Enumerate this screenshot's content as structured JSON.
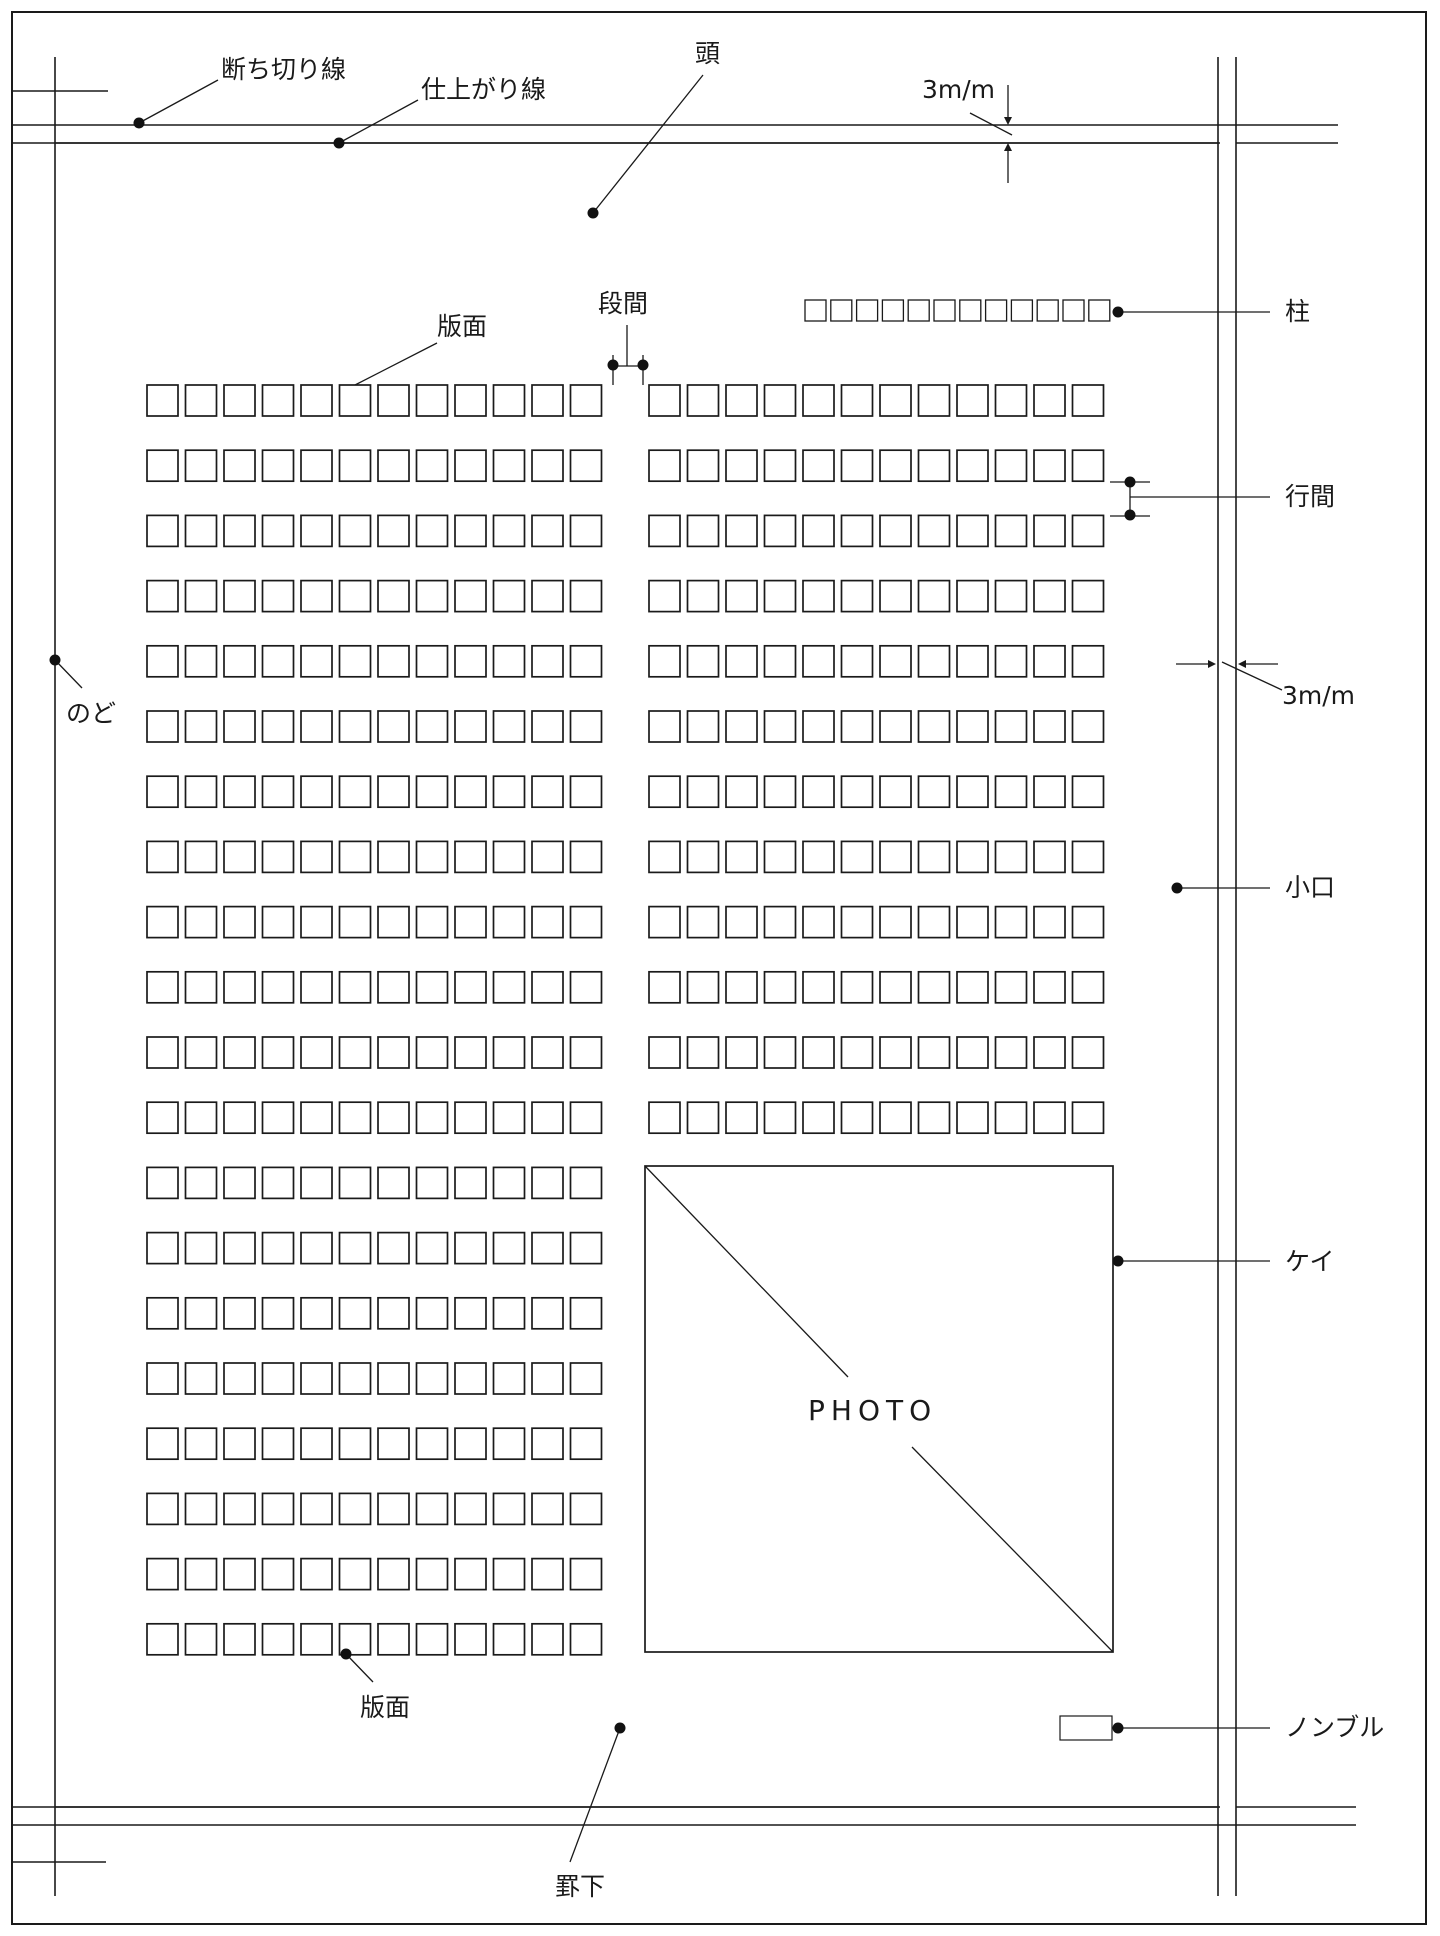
{
  "labels": {
    "cut_line": "断ち切り線",
    "finish_line": "仕上がり線",
    "head": "頭",
    "dimension_top": "3m/m",
    "dimension_right": "3m/m",
    "column_gap": "段間",
    "running_head": "柱",
    "type_area_top": "版面",
    "line_spacing": "行間",
    "gutter": "のど",
    "fore_edge": "小口",
    "rule": "ケイ",
    "photo": "PHOTO",
    "type_area_bottom": "版面",
    "folio": "ノンブル",
    "foot": "罫下"
  },
  "layout_grid": {
    "columns": 2,
    "left_column_rows": 20,
    "right_column_rows": 12,
    "chars_per_row": 12,
    "running_head_chars": 12
  }
}
